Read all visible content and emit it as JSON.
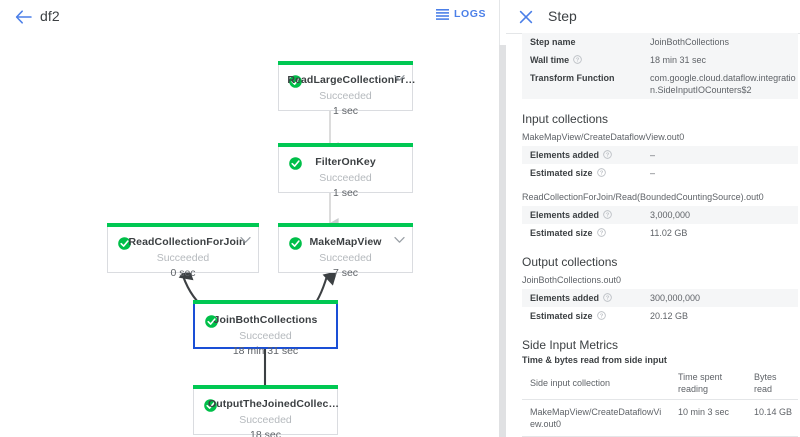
{
  "header": {
    "back_icon": "back-arrow-icon",
    "job_title": "df2",
    "logs_label": "LOGS",
    "logs_icon": "list-logs-icon"
  },
  "graph": {
    "nodes": [
      {
        "id": "read-large-collection",
        "name": "ReadLargeCollectionFr…",
        "status": "Succeeded",
        "time": "1 sec",
        "has_chevron": true,
        "selected": false
      },
      {
        "id": "filter-on-key",
        "name": "FilterOnKey",
        "status": "Succeeded",
        "time": "1 sec",
        "has_chevron": false,
        "selected": false
      },
      {
        "id": "read-collection-for-join",
        "name": "ReadCollectionForJoin",
        "status": "Succeeded",
        "time": "0 sec",
        "has_chevron": true,
        "selected": false
      },
      {
        "id": "make-map-view",
        "name": "MakeMapView",
        "status": "Succeeded",
        "time": "7 sec",
        "has_chevron": true,
        "selected": false
      },
      {
        "id": "join-both-collections",
        "name": "JoinBothCollections",
        "status": "Succeeded",
        "time": "18 min 31 sec",
        "has_chevron": false,
        "selected": true
      },
      {
        "id": "output-the-joined-collection",
        "name": "OutputTheJoinedCollec…",
        "status": "Succeeded",
        "time": "18 sec",
        "has_chevron": false,
        "selected": false
      }
    ],
    "colors": {
      "success_accent": "#00c853",
      "selected_border": "#1a4fd6",
      "edge_light": "#d8d8d8",
      "edge_dark": "#3c4043"
    }
  },
  "detail": {
    "panel_title": "Step",
    "close_icon": "close-icon",
    "summary": [
      {
        "key": "Step name",
        "value": "JoinBothCollections",
        "help": false
      },
      {
        "key": "Wall time",
        "value": "18 min 31 sec",
        "help": true
      },
      {
        "key": "Transform Function",
        "value": "com.google.cloud.dataflow.integration.SideInputIOCounters$2",
        "help": false
      }
    ],
    "input_collections": {
      "title": "Input collections",
      "groups": [
        {
          "name": "MakeMapView/CreateDataflowView.out0",
          "rows": [
            {
              "key": "Elements added",
              "value": "–",
              "help": true
            },
            {
              "key": "Estimated size",
              "value": "–",
              "help": true
            }
          ]
        },
        {
          "name": "ReadCollectionForJoin/Read(BoundedCountingSource).out0",
          "rows": [
            {
              "key": "Elements added",
              "value": "3,000,000",
              "help": true
            },
            {
              "key": "Estimated size",
              "value": "11.02 GB",
              "help": true
            }
          ]
        }
      ]
    },
    "output_collections": {
      "title": "Output collections",
      "groups": [
        {
          "name": "JoinBothCollections.out0",
          "rows": [
            {
              "key": "Elements added",
              "value": "300,000,000",
              "help": true
            },
            {
              "key": "Estimated size",
              "value": "20.12 GB",
              "help": true
            }
          ]
        }
      ]
    },
    "side_input_metrics": {
      "title": "Side Input Metrics",
      "subtitle": "Time & bytes read from side input",
      "columns": [
        "Side input collection",
        "Time spent reading",
        "Bytes read"
      ],
      "rows": [
        {
          "collection": "MakeMapView/CreateDataflowView.out0",
          "time_spent_reading": "10 min 3 sec",
          "bytes_read": "10.14 GB"
        }
      ]
    }
  }
}
